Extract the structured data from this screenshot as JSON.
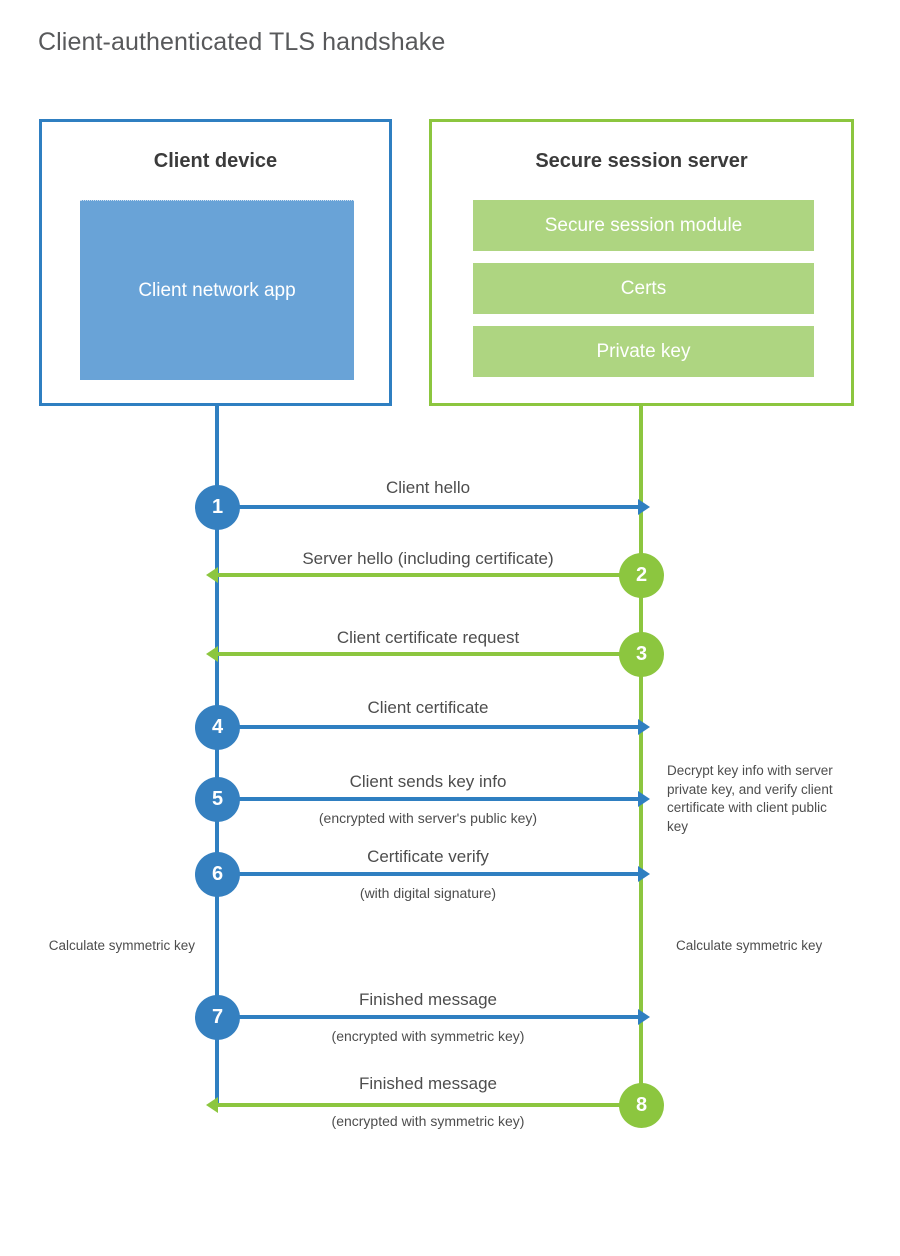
{
  "title": "Client-authenticated TLS handshake",
  "colors": {
    "client_blue": "#2f7fc1",
    "client_badge_blue": "#3580c0",
    "client_app_fill": "#69a3d7",
    "server_green": "#8cc63f",
    "server_module_fill": "#aed581",
    "text": "#4d4d4d",
    "title_text": "#58595b"
  },
  "actors": {
    "client": {
      "title": "Client device",
      "app_label": "Client network app"
    },
    "server": {
      "title": "Secure session server",
      "modules": [
        {
          "label": "Secure session module"
        },
        {
          "label": "Certs"
        },
        {
          "label": "Private key"
        }
      ]
    }
  },
  "steps": [
    {
      "number": "1",
      "label": "Client hello",
      "sublabel": "",
      "direction": "client-to-server",
      "color": "blue"
    },
    {
      "number": "2",
      "label": "Server hello (including certificate)",
      "sublabel": "",
      "direction": "server-to-client",
      "color": "green"
    },
    {
      "number": "3",
      "label": "Client certificate request",
      "sublabel": "",
      "direction": "server-to-client",
      "color": "green"
    },
    {
      "number": "4",
      "label": "Client certificate",
      "sublabel": "",
      "direction": "client-to-server",
      "color": "blue"
    },
    {
      "number": "5",
      "label": "Client sends key info",
      "sublabel": "(encrypted with server's public key)",
      "direction": "client-to-server",
      "color": "blue"
    },
    {
      "number": "6",
      "label": "Certificate verify",
      "sublabel": "(with digital signature)",
      "direction": "client-to-server",
      "color": "blue"
    },
    {
      "number": "7",
      "label": "Finished message",
      "sublabel": "(encrypted with symmetric key)",
      "direction": "client-to-server",
      "color": "blue"
    },
    {
      "number": "8",
      "label": "Finished message",
      "sublabel": "(encrypted with symmetric key)",
      "direction": "server-to-client",
      "color": "green"
    }
  ],
  "notes": {
    "server_decrypt": "Decrypt key info with server private key, and verify client certificate with client public key",
    "client_calculate": "Calculate symmetric key",
    "server_calculate": "Calculate symmetric key"
  }
}
